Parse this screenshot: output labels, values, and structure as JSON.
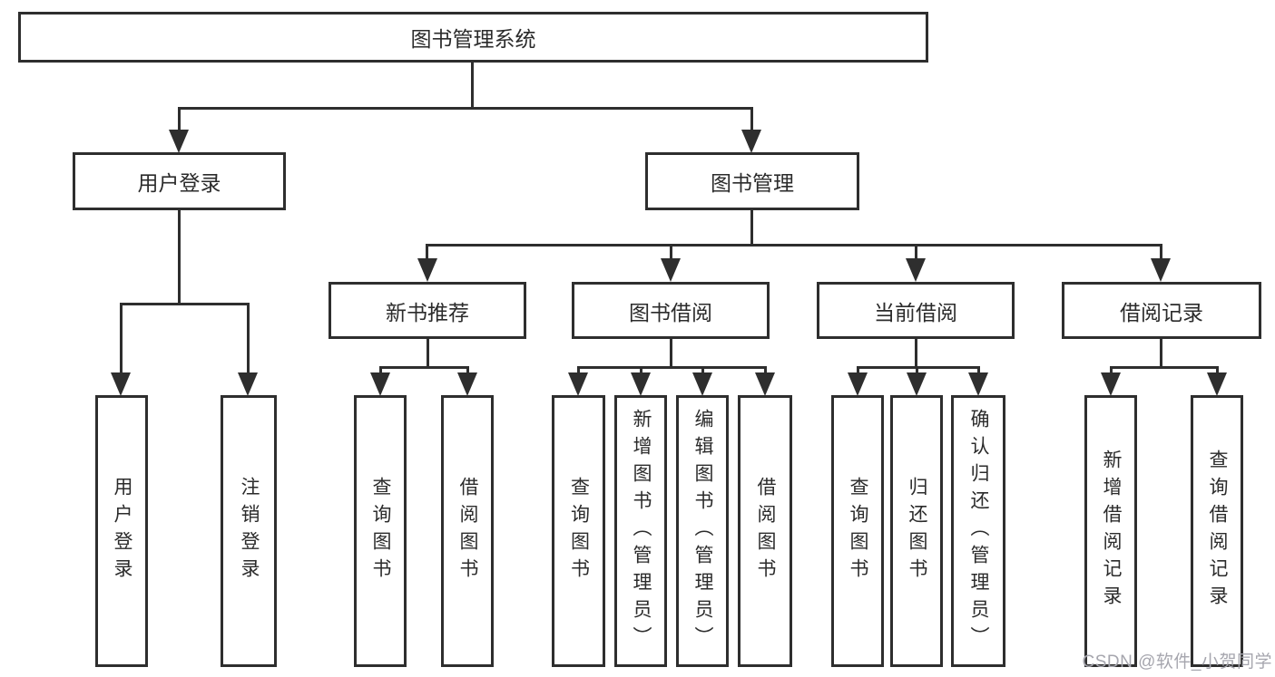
{
  "diagram": {
    "root": "图书管理系统",
    "branches": [
      {
        "label": "用户登录",
        "leaves": [
          "用户登录",
          "注销登录"
        ]
      },
      {
        "label": "图书管理",
        "groups": [
          {
            "label": "新书推荐",
            "leaves": [
              "查询图书",
              "借阅图书"
            ]
          },
          {
            "label": "图书借阅",
            "leaves": [
              "查询图书",
              "新增图书（管理员）",
              "编辑图书（管理员）",
              "借阅图书"
            ]
          },
          {
            "label": "当前借阅",
            "leaves": [
              "查询图书",
              "归还图书",
              "确认归还（管理员）"
            ]
          },
          {
            "label": "借阅记录",
            "leaves": [
              "新增借阅记录",
              "查询借阅记录"
            ]
          }
        ]
      }
    ]
  },
  "watermark": "CSDN @软件_小贺同学",
  "colors": {
    "line": "#2e2e2e",
    "box_background": "#ffffff",
    "text": "#2b2b2b",
    "watermark": "#a6a6ae"
  }
}
